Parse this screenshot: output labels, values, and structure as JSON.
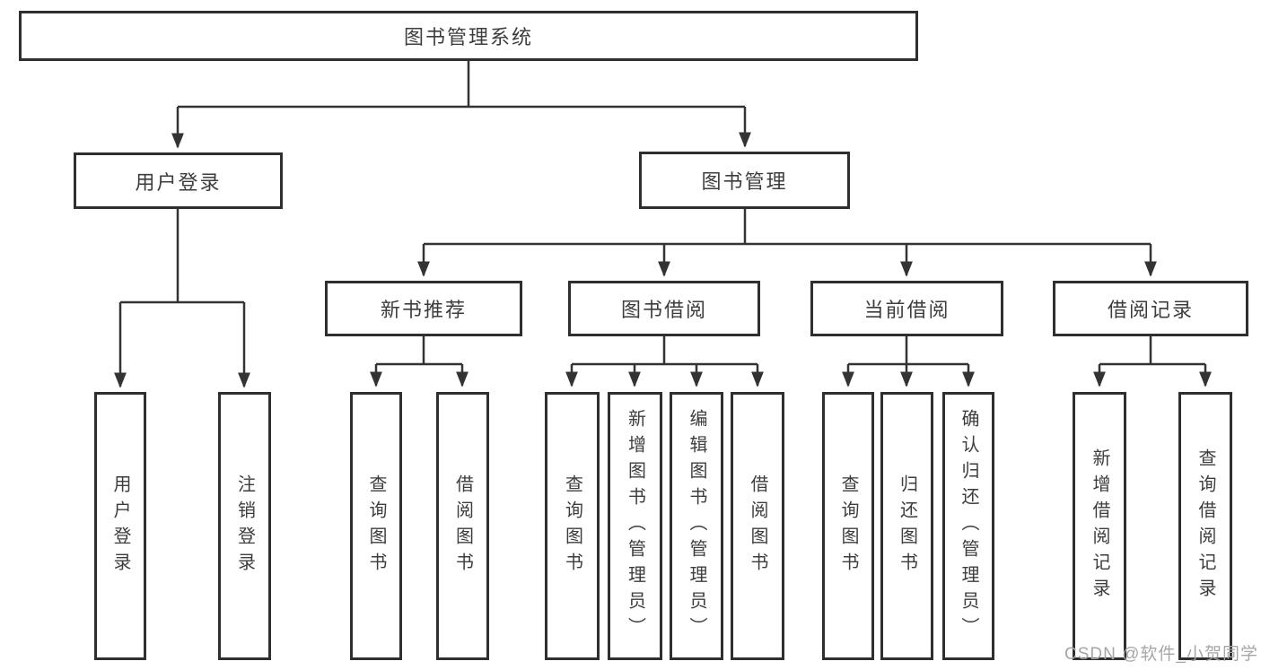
{
  "diagram": {
    "root": {
      "label": "图书管理系统"
    },
    "user_login": {
      "label": "用户登录",
      "leaves": [
        "用户登录",
        "注销登录"
      ]
    },
    "book_management": {
      "label": "图书管理",
      "sections": {
        "new_books": {
          "label": "新书推荐",
          "leaves": [
            "查询图书",
            "借阅图书"
          ]
        },
        "borrowing": {
          "label": "图书借阅",
          "leaves": [
            "查询图书",
            "新增图书（管理员）",
            "编辑图书（管理员）",
            "借阅图书"
          ]
        },
        "current": {
          "label": "当前借阅",
          "leaves": [
            "查询图书",
            "归还图书",
            "确认归还（管理员）"
          ]
        },
        "records": {
          "label": "借阅记录",
          "leaves": [
            "新增借阅记录",
            "查询借阅记录"
          ]
        }
      }
    },
    "watermark": "CSDN @软件_小贺同学",
    "colors": {
      "line": "#333333",
      "border": "#2f2f2f",
      "fill": "#ffffff",
      "text": "#3d3d3d",
      "watermark": "#a6a6a6",
      "background": "#ffffff"
    }
  }
}
